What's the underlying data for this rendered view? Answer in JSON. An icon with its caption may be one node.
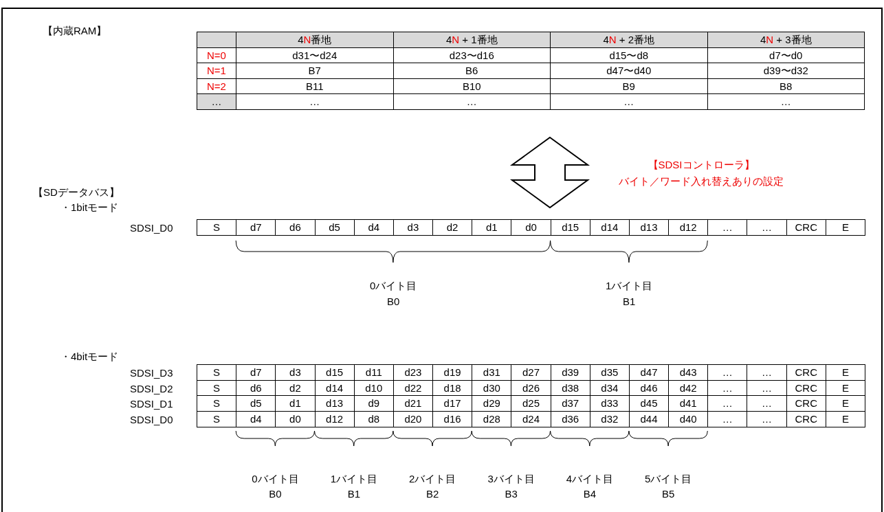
{
  "diagram": {
    "labels": [
      "【内蔵RAM】",
      "4N番地",
      "4N + 1番地",
      "4N + 2番地",
      "4N + 3番地",
      "N=0",
      "d31〜d24",
      "d23〜d16",
      "d15〜d8",
      "d7〜d0",
      "N=1",
      "B7",
      "B6",
      "d47〜d40",
      "d39〜d32",
      "N=2",
      "B11",
      "B10",
      "B9",
      "B8",
      "…",
      "…",
      "…",
      "…",
      "…",
      "【SDSIコントローラ】",
      "バイト／ワード入れ替えありの設定",
      "【SDデータバス】",
      "・1bitモード",
      "SDSI_D0",
      "S",
      "d7",
      "d6",
      "d5",
      "d4",
      "d3",
      "d2",
      "d1",
      "d0",
      "d15",
      "d14",
      "d13",
      "d12",
      "…",
      "…",
      "CRC",
      "E",
      "0バイト目",
      "B0",
      "1バイト目",
      "B1",
      "・4bitモード",
      "SDSI_D3",
      "S",
      "d7",
      "d3",
      "d15",
      "d11",
      "d23",
      "d19",
      "d31",
      "d27",
      "d39",
      "d35",
      "d47",
      "d43",
      "…",
      "…",
      "CRC",
      "E",
      "SDSI_D2",
      "S",
      "d6",
      "d2",
      "d14",
      "d10",
      "d22",
      "d18",
      "d30",
      "d26",
      "d38",
      "d34",
      "d46",
      "d42",
      "…",
      "…",
      "CRC",
      "E",
      "SDSI_D1",
      "S",
      "d5",
      "d1",
      "d13",
      "d9",
      "d21",
      "d17",
      "d29",
      "d25",
      "d37",
      "d33",
      "d45",
      "d41",
      "…",
      "…",
      "CRC",
      "E",
      "SDSI_D0",
      "S",
      "d4",
      "d0",
      "d12",
      "d8",
      "d20",
      "d16",
      "d28",
      "d24",
      "d36",
      "d32",
      "d44",
      "d40",
      "…",
      "…",
      "CRC",
      "E",
      "0バイト目",
      "B0",
      "1バイト目",
      "B1",
      "2バイト目",
      "B2",
      "3バイト目",
      "B3",
      "4バイト目",
      "B4",
      "5バイト目",
      "B5"
    ]
  }
}
